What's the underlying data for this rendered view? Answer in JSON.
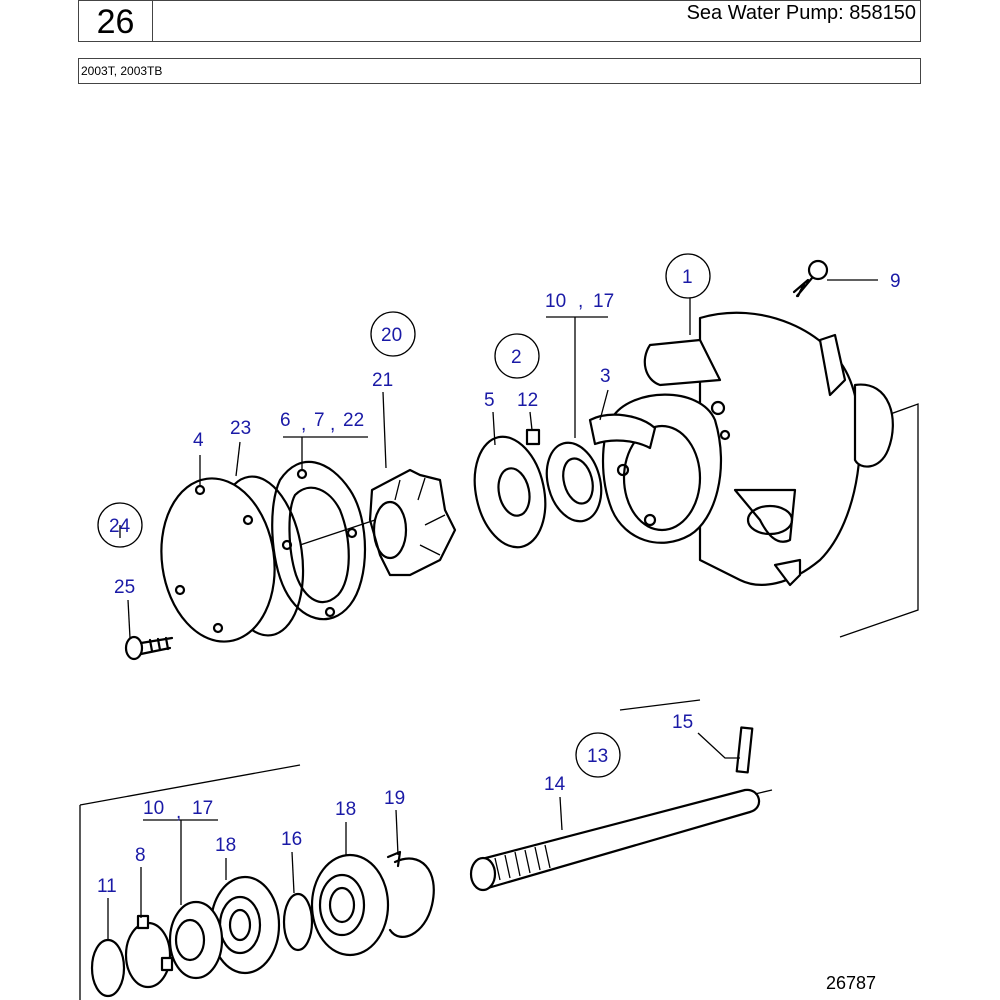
{
  "header": {
    "section_number": "26",
    "title": "Sea Water Pump: 858150"
  },
  "models": "2003T, 2003TB",
  "figure_number": "26787",
  "callouts": {
    "c1": "1",
    "c9": "9",
    "c10a": "10",
    "c17a": "17",
    "c2": "2",
    "c3": "3",
    "c20": "20",
    "c21": "21",
    "c5": "5",
    "c12": "12",
    "c6": "6",
    "c7": "7",
    "c22": "22",
    "c4": "4",
    "c23": "23",
    "c24": "24",
    "c25": "25",
    "c13": "13",
    "c14": "14",
    "c15": "15",
    "c10b": "10",
    "c17b": "17",
    "c18a": "18",
    "c18b": "18",
    "c19": "19",
    "c16": "16",
    "c8": "8",
    "c11": "11"
  },
  "separators": {
    "comma": ","
  },
  "colors": {
    "callout_text": "#1a1aa6",
    "line": "#000000",
    "background": "#ffffff"
  }
}
